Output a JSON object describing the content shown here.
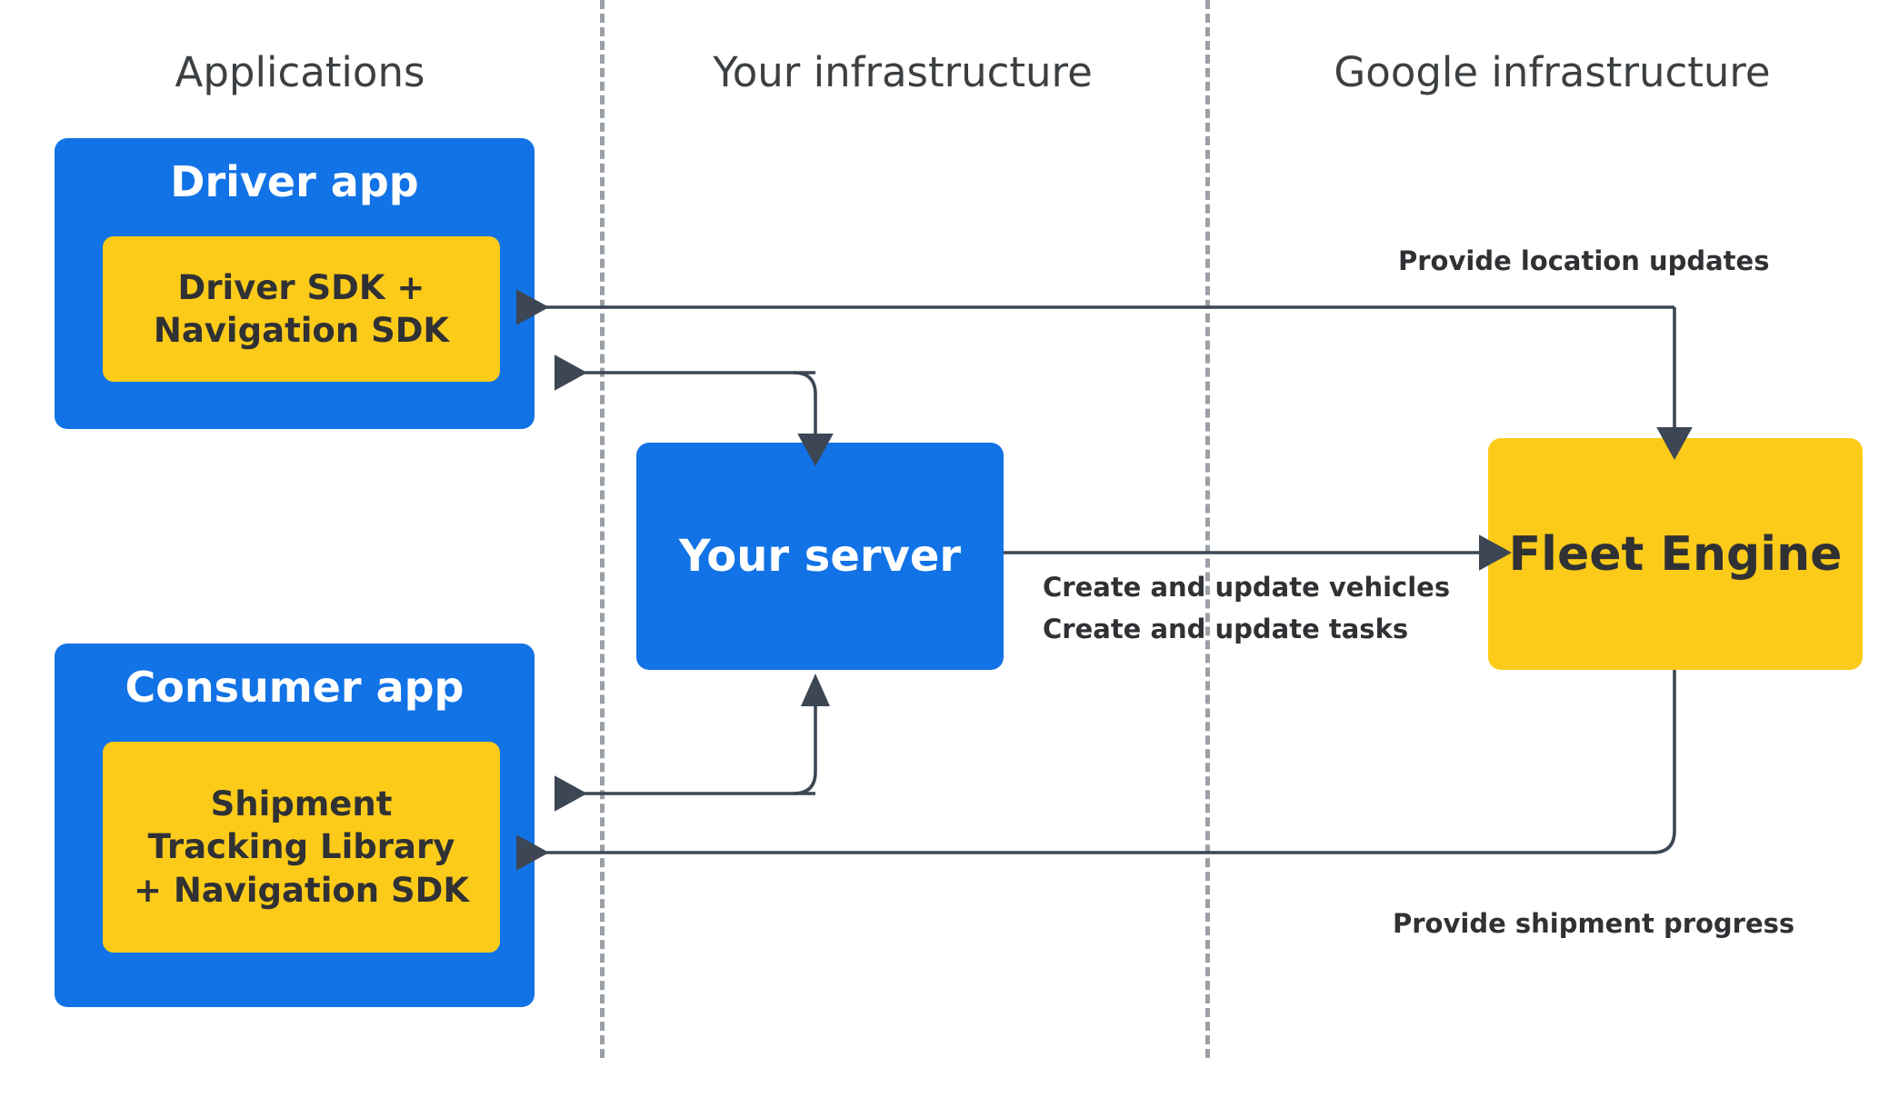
{
  "columns": [
    {
      "id": "applications",
      "title": "Applications"
    },
    {
      "id": "your-infrastructure",
      "title": "Your infrastructure"
    },
    {
      "id": "google-infrastructure",
      "title": "Google infrastructure"
    }
  ],
  "boxes": {
    "driver_app": {
      "title": "Driver app",
      "sdk_line1": "Driver SDK +",
      "sdk_line2": "Navigation SDK"
    },
    "consumer_app": {
      "title": "Consumer app",
      "sdk_line1": "Shipment",
      "sdk_line2": "Tracking Library",
      "sdk_line3": "+ Navigation SDK"
    },
    "your_server": {
      "title": "Your server"
    },
    "fleet_engine": {
      "title": "Fleet Engine"
    }
  },
  "connector_labels": {
    "location_updates": "Provide location updates",
    "shipment_progress": "Provide shipment progress",
    "create_vehicles": "Create and update vehicles",
    "create_tasks": "Create and update tasks"
  },
  "colors": {
    "blue": "#1273E6",
    "yellow": "#FCCB1A",
    "arrow": "#3c4654",
    "divider": "#9AA0A6",
    "heading_text": "#3C4043",
    "dark_text": "#303134",
    "light_text": "#FFFFFF",
    "background": "#FFFFFF"
  }
}
